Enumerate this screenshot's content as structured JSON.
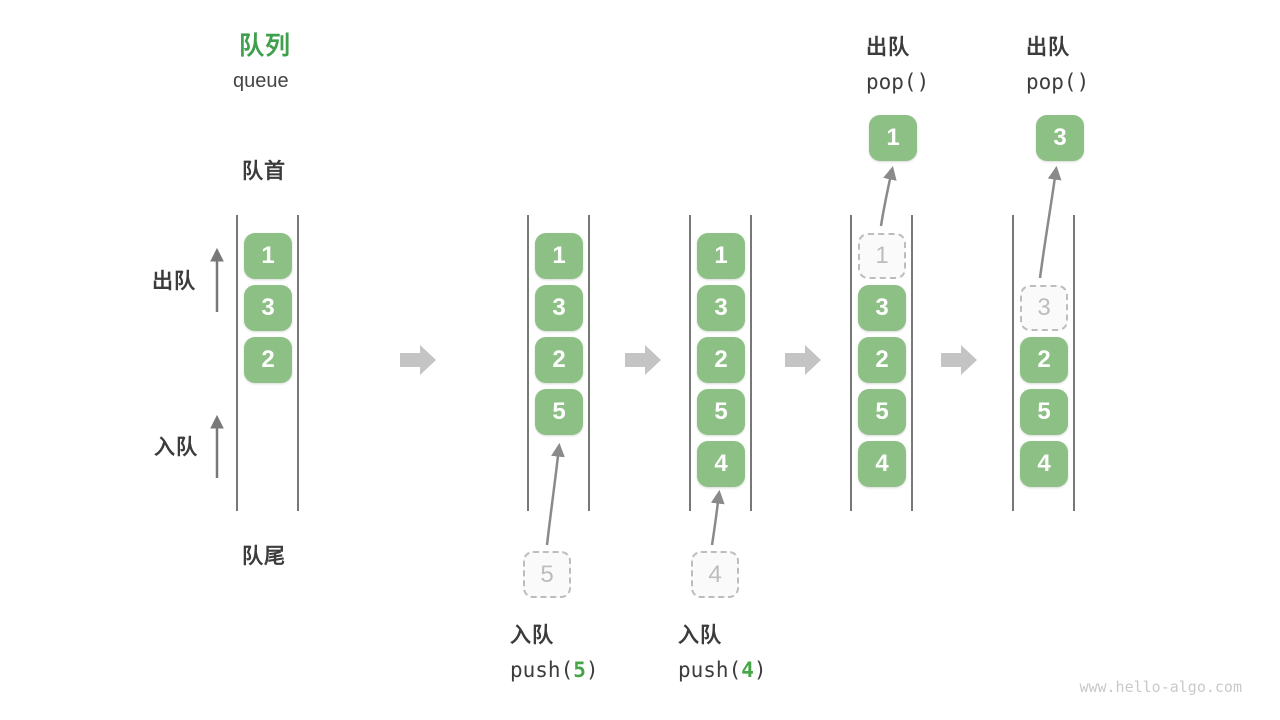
{
  "title": {
    "zh": "队列",
    "en": "queue"
  },
  "labels": {
    "front": "队首",
    "rear": "队尾",
    "dequeue_side": "出队",
    "enqueue_side": "入队"
  },
  "colors": {
    "accent_green": "#3e9f4c",
    "box_green": "#8dc084",
    "code_arg_green": "#46a546",
    "block_arrow_gray": "#c4c4c4",
    "curve_arrow_gray": "#8a8a8a",
    "dashed_gray": "#bdbdbd",
    "rail_gray": "#4b4b4b",
    "text_dark": "#3c3c3c"
  },
  "queues": [
    {
      "name": "state-initial",
      "slots": [
        {
          "slot": 0,
          "value": "1",
          "style": "solid"
        },
        {
          "slot": 1,
          "value": "3",
          "style": "solid"
        },
        {
          "slot": 2,
          "value": "2",
          "style": "solid"
        }
      ]
    },
    {
      "name": "state-after-push-5",
      "slots": [
        {
          "slot": 0,
          "value": "1",
          "style": "solid"
        },
        {
          "slot": 1,
          "value": "3",
          "style": "solid"
        },
        {
          "slot": 2,
          "value": "2",
          "style": "solid"
        },
        {
          "slot": 3,
          "value": "5",
          "style": "solid"
        }
      ],
      "pending": {
        "value": "5"
      },
      "op_label": {
        "action": "入队",
        "code_prefix": "push(",
        "code_arg": "5",
        "code_suffix": ")"
      }
    },
    {
      "name": "state-after-push-4",
      "slots": [
        {
          "slot": 0,
          "value": "1",
          "style": "solid"
        },
        {
          "slot": 1,
          "value": "3",
          "style": "solid"
        },
        {
          "slot": 2,
          "value": "2",
          "style": "solid"
        },
        {
          "slot": 3,
          "value": "5",
          "style": "solid"
        },
        {
          "slot": 4,
          "value": "4",
          "style": "solid"
        }
      ],
      "pending": {
        "value": "4"
      },
      "op_label": {
        "action": "入队",
        "code_prefix": "push(",
        "code_arg": "4",
        "code_suffix": ")"
      }
    },
    {
      "name": "state-after-pop-1",
      "slots": [
        {
          "slot": 0,
          "value": "1",
          "style": "dashed"
        },
        {
          "slot": 1,
          "value": "3",
          "style": "solid"
        },
        {
          "slot": 2,
          "value": "2",
          "style": "solid"
        },
        {
          "slot": 3,
          "value": "5",
          "style": "solid"
        },
        {
          "slot": 4,
          "value": "4",
          "style": "solid"
        }
      ],
      "popped": {
        "value": "1"
      },
      "op_label": {
        "action": "出队",
        "code": "pop()"
      }
    },
    {
      "name": "state-after-pop-3",
      "slots": [
        {
          "slot": 1,
          "value": "3",
          "style": "dashed"
        },
        {
          "slot": 2,
          "value": "2",
          "style": "solid"
        },
        {
          "slot": 3,
          "value": "5",
          "style": "solid"
        },
        {
          "slot": 4,
          "value": "4",
          "style": "solid"
        }
      ],
      "popped": {
        "value": "3"
      },
      "op_label": {
        "action": "出队",
        "code": "pop()"
      }
    }
  ],
  "watermark": "www.hello-algo.com"
}
